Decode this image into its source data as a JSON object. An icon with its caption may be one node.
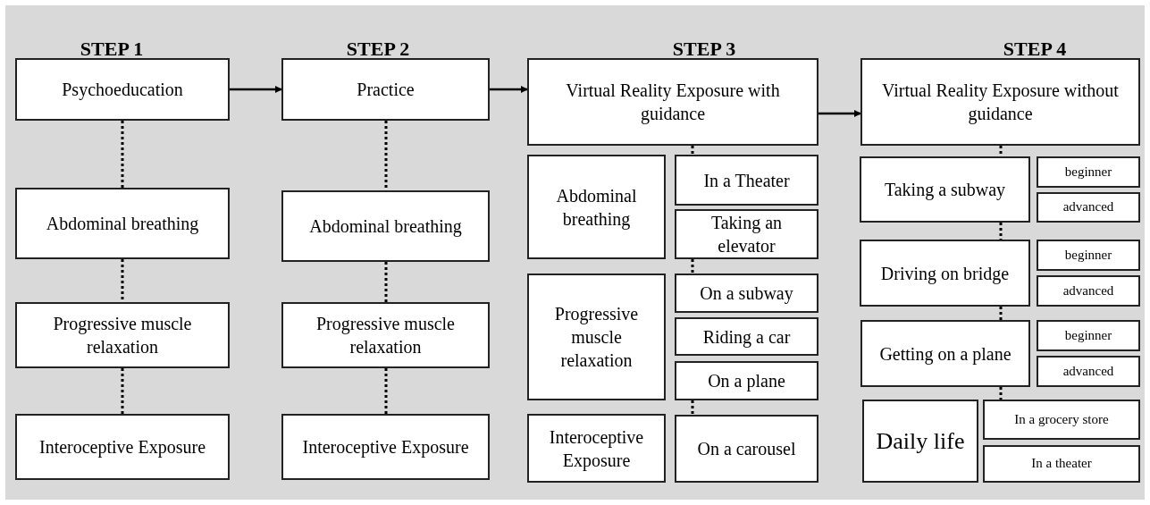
{
  "diagram": {
    "nodes": [
      {
        "text": [
          "Psychoeducation"
        ]
      },
      {
        "text": [
          "Abdominal breathing"
        ]
      },
      {
        "text": [
          "Progressive muscle relaxation"
        ]
      },
      {
        "text": [
          "Interoceptive Exposure"
        ]
      },
      {
        "text": [
          "Practice"
        ]
      },
      {
        "text": [
          "Abdominal breathing"
        ]
      },
      {
        "text": [
          "Progressive muscle relaxation"
        ]
      },
      {
        "text": [
          "Interoceptive Exposure"
        ]
      },
      {
        "text": [
          "Virtual Reality Exposure with guidance"
        ]
      },
      {
        "text": [
          "Abdominal breathing"
        ]
      },
      {
        "text": [
          "In a Theater"
        ]
      },
      {
        "text": [
          "Taking an elevator"
        ]
      },
      {
        "text": [
          "Progressive muscle relaxation"
        ]
      },
      {
        "text": [
          "On a subway"
        ]
      },
      {
        "text": [
          "Riding a car"
        ]
      },
      {
        "text": [
          "On a plane"
        ]
      },
      {
        "text": [
          "Interoceptive Exposure"
        ]
      },
      {
        "text": [
          "On a carousel"
        ]
      },
      {
        "text": [
          "Virtual Reality Exposure without guidance"
        ]
      },
      {
        "text": [
          "Taking a subway"
        ]
      },
      {
        "text": [
          "beginner"
        ]
      },
      {
        "text": [
          "advanced"
        ]
      },
      {
        "text": [
          "Driving on bridge"
        ]
      },
      {
        "text": [
          "beginner"
        ]
      },
      {
        "text": [
          "advanced"
        ]
      },
      {
        "text": [
          "Getting on a plane"
        ]
      },
      {
        "text": [
          "beginner"
        ]
      },
      {
        "text": [
          "advanced"
        ]
      },
      {
        "text": [
          "Daily life"
        ]
      },
      {
        "text": [
          "In a grocery store"
        ]
      },
      {
        "text": [
          "In a theater"
        ]
      }
    ],
    "edges": [
      {
        "from": 0,
        "to": 4,
        "arrow": "to"
      },
      {
        "from": 4,
        "to": 8,
        "arrow": "to"
      },
      {
        "from": 8,
        "to": 18,
        "arrow": "to"
      },
      {
        "from": 0,
        "to": 1,
        "arrow": "none",
        "style": "dashed"
      },
      {
        "from": 1,
        "to": 2,
        "arrow": "none",
        "style": "dashed"
      },
      {
        "from": 2,
        "to": 3,
        "arrow": "none",
        "style": "dashed"
      },
      {
        "from": 4,
        "to": 5,
        "arrow": "none",
        "style": "dashed"
      },
      {
        "from": 5,
        "to": 6,
        "arrow": "none",
        "style": "dashed"
      },
      {
        "from": 6,
        "to": 7,
        "arrow": "none",
        "style": "dashed"
      },
      {
        "from": 8,
        "to": 10,
        "arrow": "none",
        "style": "dashed"
      },
      {
        "from": 11,
        "to": 13,
        "arrow": "none",
        "style": "dashed"
      },
      {
        "from": 15,
        "to": 17,
        "arrow": "none",
        "style": "dashed"
      },
      {
        "from": 18,
        "to": 19,
        "arrow": "none",
        "style": "dashed"
      },
      {
        "from": 19,
        "to": 22,
        "arrow": "none",
        "style": "dashed"
      },
      {
        "from": 22,
        "to": 25,
        "arrow": "none",
        "style": "dashed"
      },
      {
        "from": 25,
        "to": 29,
        "arrow": "none",
        "style": "dashed"
      }
    ],
    "labels": [
      "STEP 1",
      "STEP 2",
      "STEP 3",
      "STEP 4"
    ]
  }
}
